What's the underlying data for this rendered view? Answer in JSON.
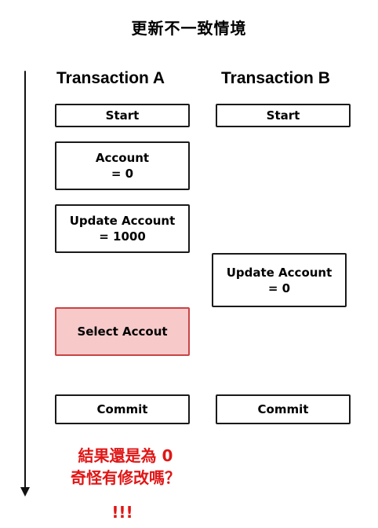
{
  "title": "更新不一致情境",
  "columns": {
    "a": "Transaction A",
    "b": "Transaction B"
  },
  "steps": {
    "a_start": "Start",
    "b_start": "Start",
    "a_account_line1": "Account",
    "a_account_line2": "= 0",
    "a_update_line1": "Update Account",
    "a_update_line2": "= 1000",
    "b_update_line1": "Update Account",
    "b_update_line2": "= 0",
    "a_select": "Select Accout",
    "a_commit": "Commit",
    "b_commit": "Commit"
  },
  "note": {
    "line1": "結果還是為 0",
    "line2": "奇怪有修改嗎？",
    "line3": "!!!"
  },
  "colors": {
    "highlight_fill": "#f7c9c9",
    "highlight_border": "#c94444",
    "note_text": "#e01616"
  }
}
